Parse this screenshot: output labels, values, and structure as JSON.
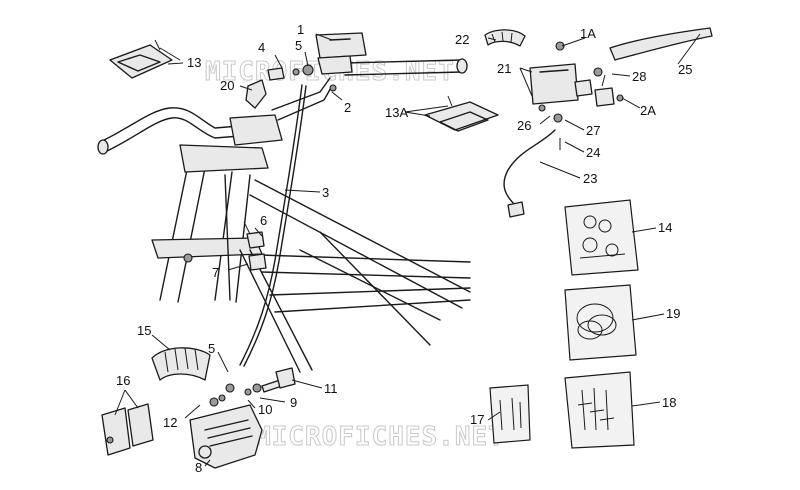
{
  "watermark": {
    "top": "MICROFICHES.NET",
    "bottom": "MICROFICHES.NET"
  },
  "callouts": [
    {
      "id": "1",
      "text": "1"
    },
    {
      "id": "2",
      "text": "2"
    },
    {
      "id": "3",
      "text": "3"
    },
    {
      "id": "4",
      "text": "4"
    },
    {
      "id": "5a",
      "text": "5"
    },
    {
      "id": "5b",
      "text": "5"
    },
    {
      "id": "6",
      "text": "6"
    },
    {
      "id": "7",
      "text": "7"
    },
    {
      "id": "8",
      "text": "8"
    },
    {
      "id": "9",
      "text": "9"
    },
    {
      "id": "10",
      "text": "10"
    },
    {
      "id": "11",
      "text": "11"
    },
    {
      "id": "12",
      "text": "12"
    },
    {
      "id": "13",
      "text": "13"
    },
    {
      "id": "13A",
      "text": "13A"
    },
    {
      "id": "14",
      "text": "14"
    },
    {
      "id": "15",
      "text": "15"
    },
    {
      "id": "16",
      "text": "16"
    },
    {
      "id": "17",
      "text": "17"
    },
    {
      "id": "18",
      "text": "18"
    },
    {
      "id": "19",
      "text": "19"
    },
    {
      "id": "20",
      "text": "20"
    },
    {
      "id": "21",
      "text": "21"
    },
    {
      "id": "22",
      "text": "22"
    },
    {
      "id": "23",
      "text": "23"
    },
    {
      "id": "24",
      "text": "24"
    },
    {
      "id": "25",
      "text": "25"
    },
    {
      "id": "26",
      "text": "26"
    },
    {
      "id": "27",
      "text": "27"
    },
    {
      "id": "28",
      "text": "28"
    },
    {
      "id": "1A",
      "text": "1A"
    },
    {
      "id": "2A",
      "text": "2A"
    }
  ]
}
